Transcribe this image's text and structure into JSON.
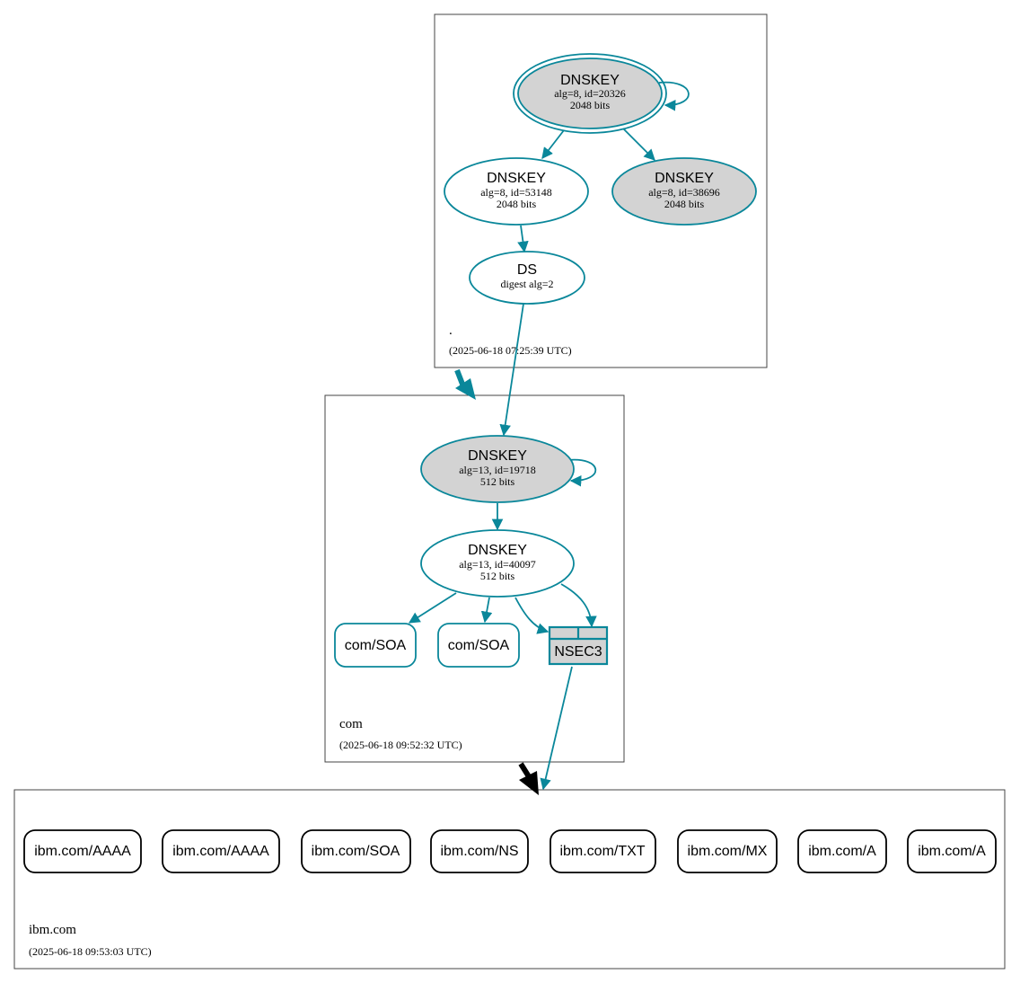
{
  "colors": {
    "secure": "#0a879a",
    "insecure": "#000000",
    "key_fill_grey": "#d3d3d3",
    "white": "#ffffff"
  },
  "zones": {
    "root": {
      "name": ".",
      "timestamp": "(2025-06-18 07:25:39 UTC)"
    },
    "com": {
      "name": "com",
      "timestamp": "(2025-06-18 09:52:32 UTC)"
    },
    "ibm": {
      "name": "ibm.com",
      "timestamp": "(2025-06-18 09:53:03 UTC)"
    }
  },
  "nodes": {
    "root_ksk": {
      "label": "DNSKEY",
      "line1": "alg=8, id=20326",
      "line2": "2048 bits"
    },
    "root_zsk": {
      "label": "DNSKEY",
      "line1": "alg=8, id=53148",
      "line2": "2048 bits"
    },
    "root_key3": {
      "label": "DNSKEY",
      "line1": "alg=8, id=38696",
      "line2": "2048 bits"
    },
    "root_ds": {
      "label": "DS",
      "line1": "digest alg=2"
    },
    "com_ksk": {
      "label": "DNSKEY",
      "line1": "alg=13, id=19718",
      "line2": "512 bits"
    },
    "com_zsk": {
      "label": "DNSKEY",
      "line1": "alg=13, id=40097",
      "line2": "512 bits"
    },
    "com_soa1": {
      "label": "com/SOA"
    },
    "com_soa2": {
      "label": "com/SOA"
    },
    "com_nsec3": {
      "label": "NSEC3"
    }
  },
  "ibm_records": [
    "ibm.com/AAAA",
    "ibm.com/AAAA",
    "ibm.com/SOA",
    "ibm.com/NS",
    "ibm.com/TXT",
    "ibm.com/MX",
    "ibm.com/A",
    "ibm.com/A"
  ]
}
